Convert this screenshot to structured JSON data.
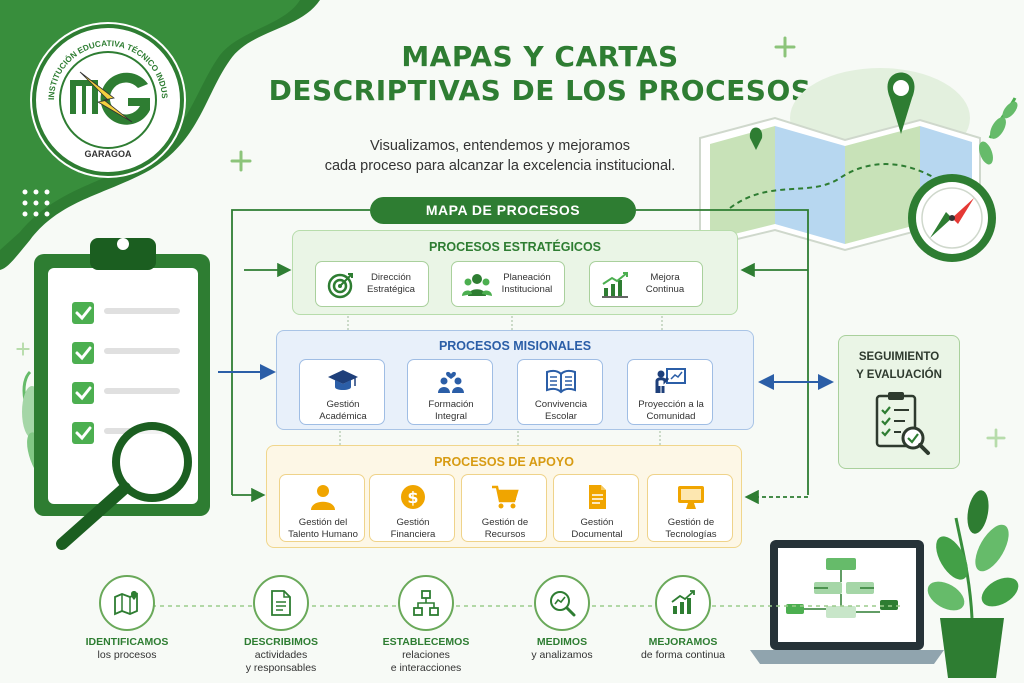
{
  "logo": {
    "name_text": "INSTITUCIÓN EDUCATIVA TÉCNICO INDUSTRIAL \"MARCO AURELIO BERNAL\"",
    "town": "GARAGOA"
  },
  "title": {
    "line1": "MAPAS Y CARTAS",
    "line2": "DESCRIPTIVAS DE LOS PROCESOS"
  },
  "subtitle": {
    "line1": "Visualizamos, entendemos y mejoramos",
    "line2": "cada proceso para alcanzar la excelencia institucional."
  },
  "map_label": "MAPA DE PROCESOS",
  "strategic": {
    "title": "PROCESOS ESTRATÉGICOS",
    "items": [
      {
        "l1": "Dirección",
        "l2": "Estratégica",
        "icon": "target-icon"
      },
      {
        "l1": "Planeación",
        "l2": "Institucional",
        "icon": "people-icon"
      },
      {
        "l1": "Mejora",
        "l2": "Continua",
        "icon": "growth-chart-icon"
      }
    ]
  },
  "missional": {
    "title": "PROCESOS MISIONALES",
    "items": [
      {
        "l1": "Gestión",
        "l2": "Académica",
        "icon": "graduation-cap-icon"
      },
      {
        "l1": "Formación",
        "l2": "Integral",
        "icon": "family-heart-icon"
      },
      {
        "l1": "Convivencia",
        "l2": "Escolar",
        "icon": "open-book-icon"
      },
      {
        "l1": "Proyección a la",
        "l2": "Comunidad",
        "icon": "teacher-board-icon"
      }
    ]
  },
  "support": {
    "title": "PROCESOS DE APOYO",
    "items": [
      {
        "l1": "Gestión del",
        "l2": "Talento Humano",
        "icon": "person-icon"
      },
      {
        "l1": "Gestión",
        "l2": "Financiera",
        "icon": "dollar-coin-icon"
      },
      {
        "l1": "Gestión de",
        "l2": "Recursos",
        "icon": "cart-icon"
      },
      {
        "l1": "Gestión",
        "l2": "Documental",
        "icon": "document-icon"
      },
      {
        "l1": "Gestión de",
        "l2": "Tecnologías",
        "icon": "monitor-icon"
      }
    ]
  },
  "monitoring": {
    "l1": "SEGUIMIENTO",
    "l2": "Y EVALUACIÓN",
    "icon": "checklist-magnifier-icon"
  },
  "steps": [
    {
      "l1": "IDENTIFICAMOS",
      "l2": "los procesos",
      "icon": "map-pin-icon"
    },
    {
      "l1": "DESCRIBIMOS",
      "l2": "actividades",
      "l3": "y responsables",
      "icon": "document-icon"
    },
    {
      "l1": "ESTABLECEMOS",
      "l2": "relaciones",
      "l3": "e interacciones",
      "icon": "flowchart-icon"
    },
    {
      "l1": "MEDIMOS",
      "l2": "y analizamos",
      "icon": "magnifier-chart-icon"
    },
    {
      "l1": "MEJORAMOS",
      "l2": "de forma continua",
      "icon": "growth-chart-icon"
    }
  ],
  "colors": {
    "primary_green": "#2e7d32",
    "strategic_border": "#b7dcab",
    "missional_blue": "#2b5ea7",
    "support_gold": "#d79b13"
  }
}
